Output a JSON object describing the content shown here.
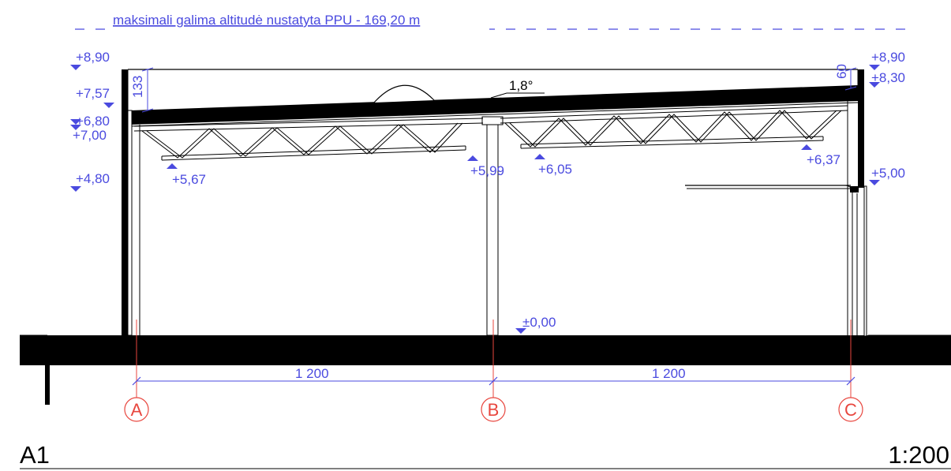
{
  "header": {
    "max_altitude_note": "maksimali galima altitudė nustatyta PPU - 169,20 m"
  },
  "elevations_left": [
    "+8,90",
    "+7,57",
    "+6,80",
    "+7,00",
    "+4,80"
  ],
  "elevations_right": [
    "+8,90",
    "+8,30",
    "+6,37",
    "+5,00"
  ],
  "elevations_truss": [
    "+5,67",
    "+5,99",
    "+6,05"
  ],
  "floor_elevation": "±0,00",
  "dimensions": {
    "parapet_left": "133",
    "parapet_right": "60",
    "span_ab": "1 200",
    "span_bc": "1 200"
  },
  "roof_slope": "1,8°",
  "axes": [
    "A",
    "B",
    "C"
  ],
  "section_label": "A1",
  "scale": "1:200",
  "colors": {
    "annotation_blue": "#4a4adf",
    "axis_red": "#e8463e",
    "structure_black": "#000000"
  }
}
